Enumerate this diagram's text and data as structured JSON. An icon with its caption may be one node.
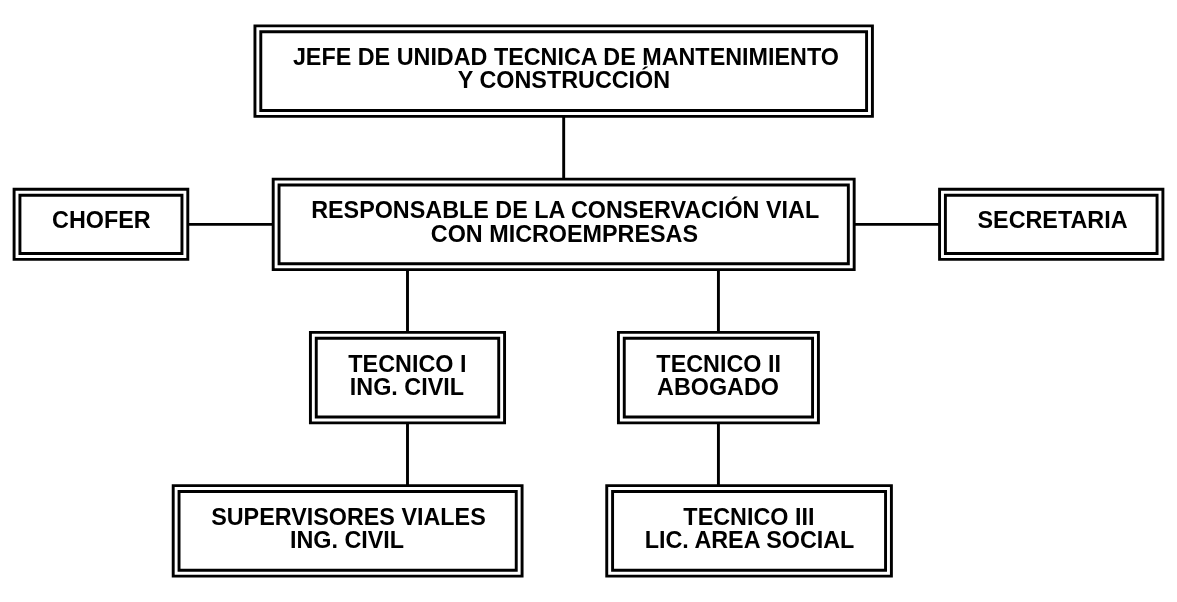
{
  "diagram": {
    "nodes": [
      {
        "text": [
          "JEFE DE UNIDAD TECNICA DE MANTENIMIENTO Y CONSTRUCCIÓN"
        ]
      },
      {
        "text": [
          "CHOFER"
        ]
      },
      {
        "text": [
          "RESPONSABLE DE LA CONSERVACIÓN VIAL CON MICROEMPRESAS"
        ]
      },
      {
        "text": [
          "SECRETARIA"
        ]
      },
      {
        "text": [
          "TECNICO I",
          "ING. CIVIL"
        ]
      },
      {
        "text": [
          "TECNICO II",
          "ABOGADO"
        ]
      },
      {
        "text": [
          "SUPERVISORES VIALES",
          "ING. CIVIL"
        ]
      },
      {
        "text": [
          "TECNICO III",
          "LIC. AREA SOCIAL"
        ]
      }
    ],
    "edges": [
      {
        "from": 0,
        "to": 2,
        "arrow": "none"
      },
      {
        "from": 1,
        "to": 2,
        "arrow": "none"
      },
      {
        "from": 2,
        "to": 3,
        "arrow": "none"
      },
      {
        "from": 2,
        "to": 4,
        "arrow": "none"
      },
      {
        "from": 2,
        "to": 5,
        "arrow": "none"
      },
      {
        "from": 4,
        "to": 6,
        "arrow": "none"
      },
      {
        "from": 5,
        "to": 7,
        "arrow": "none"
      }
    ]
  }
}
